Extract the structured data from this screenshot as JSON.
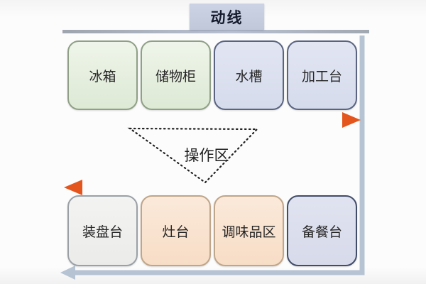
{
  "title": "动线",
  "work_zone_label": "操作区",
  "top_row": [
    {
      "label": "冰箱",
      "color_type": "green"
    },
    {
      "label": "储物柜",
      "color_type": "green"
    },
    {
      "label": "水槽",
      "color_type": "blue"
    },
    {
      "label": "加工台",
      "color_type": "blue"
    }
  ],
  "bottom_row": [
    {
      "label": "装盘台",
      "color_type": "gray"
    },
    {
      "label": "灶台",
      "color_type": "peach"
    },
    {
      "label": "调味品区",
      "color_type": "peach"
    },
    {
      "label": "备餐台",
      "color_type": "blue"
    }
  ],
  "flow": {
    "top_arrow_direction": "right",
    "middle_arrow_direction": "left",
    "outer_arrow_direction": "down-then-left"
  },
  "colors": {
    "title_bg": "#c6cede",
    "frame_line": "#a9afb8",
    "outer_flow_arrow": "#b6c3d3",
    "arrow_line": "#c0713f",
    "arrow_head": "#e4551e",
    "box_green": "#e3ecdb",
    "box_green_border": "#8fa086",
    "box_blue": "#dbdfee",
    "box_blue_border": "#545e76",
    "box_gray": "#efefee",
    "box_gray_border": "#9aa0a6",
    "box_peach": "#f9e3d0",
    "box_peach_border": "#bfa589"
  }
}
